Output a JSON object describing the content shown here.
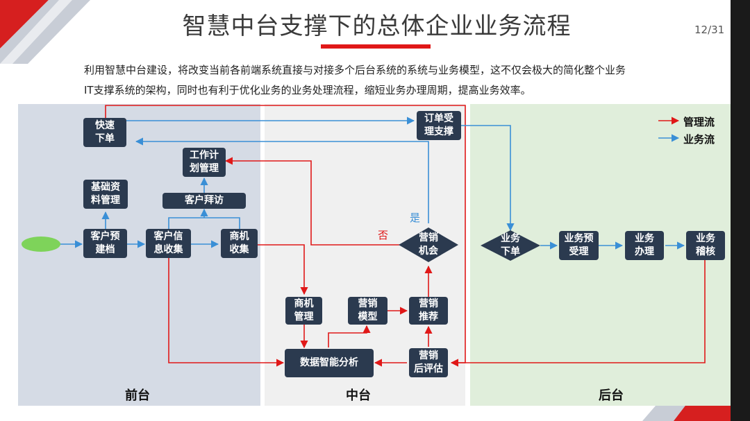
{
  "header": {
    "title": "智慧中台支撑下的总体企业业务流程",
    "page_number": "12/31"
  },
  "intro": {
    "line1": "利用智慧中台建设，将改变当前各前端系统直接与对接多个后台系统的系统与业务模型，这不仅会极大的简化整个业务",
    "line2": "IT支撑系统的架构，同时也有利于优化业务的业务处理流程，缩短业务办理周期，提高业务效率。"
  },
  "zones": {
    "front": "前台",
    "middle": "中台",
    "back": "后台"
  },
  "legend": {
    "management": "管理流",
    "business": "业务流"
  },
  "nodes": {
    "quick_order": "快速\n下单",
    "work_plan": "工作计\n划管理",
    "basic_data": "基础资\n料管理",
    "customer_visit": "客户拜访",
    "customer_build": "客户预\n建档",
    "customer_info": "客户信\n息收集",
    "opportunity_collect": "商机\n收集",
    "order_accept": "订单受\n理支撑",
    "opportunity_mgmt": "商机\n管理",
    "marketing_model": "营销\n模型",
    "marketing_recommend": "营销\n推荐",
    "marketing_opportunity": "营销\n机会",
    "data_analysis": "数据智能分析",
    "marketing_eval": "营销\n后评估",
    "business_order": "业务\n下单",
    "business_preaccept": "业务预\n受理",
    "business_handle": "业务\n办理",
    "business_audit": "业务\n稽核"
  },
  "labels": {
    "yes": "是",
    "no": "否"
  },
  "colors": {
    "management_flow": "#e01818",
    "business_flow": "#3a8fd6",
    "node_fill": "#2b3a4f",
    "start_node": "#7ed35a"
  }
}
